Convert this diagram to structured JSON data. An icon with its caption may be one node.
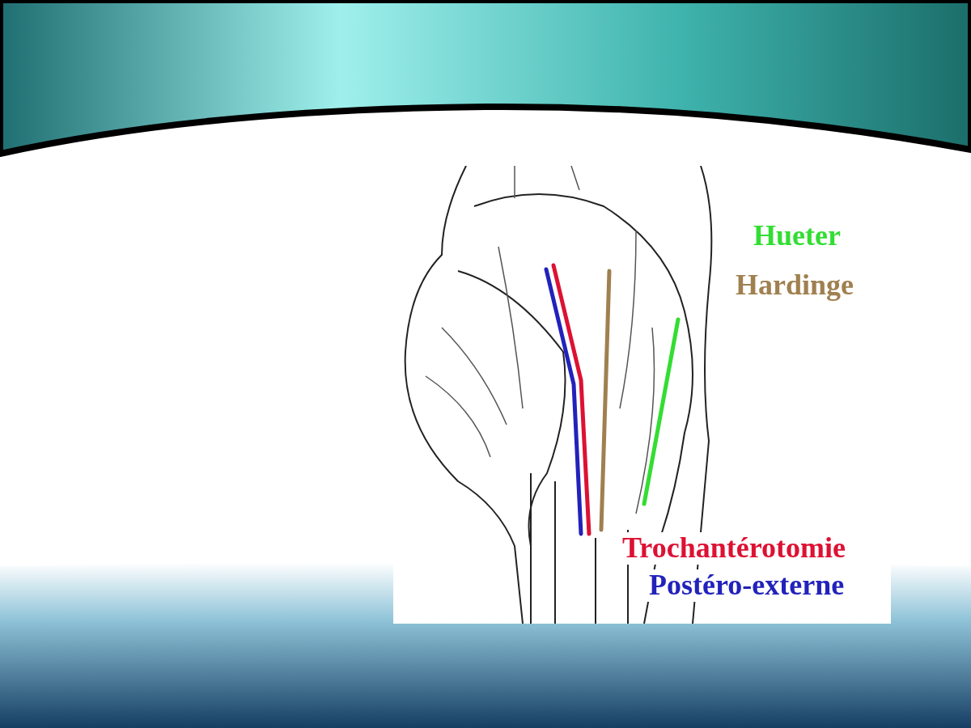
{
  "diagram": {
    "legend": [
      {
        "text": "Hueter",
        "color": "#33dd33"
      },
      {
        "text": "Hardinge",
        "color": "#a08050"
      },
      {
        "text": "Trochantérotomie",
        "color": "#dd1133"
      },
      {
        "text": "Postéro-externe",
        "color": "#2222bb"
      }
    ]
  }
}
